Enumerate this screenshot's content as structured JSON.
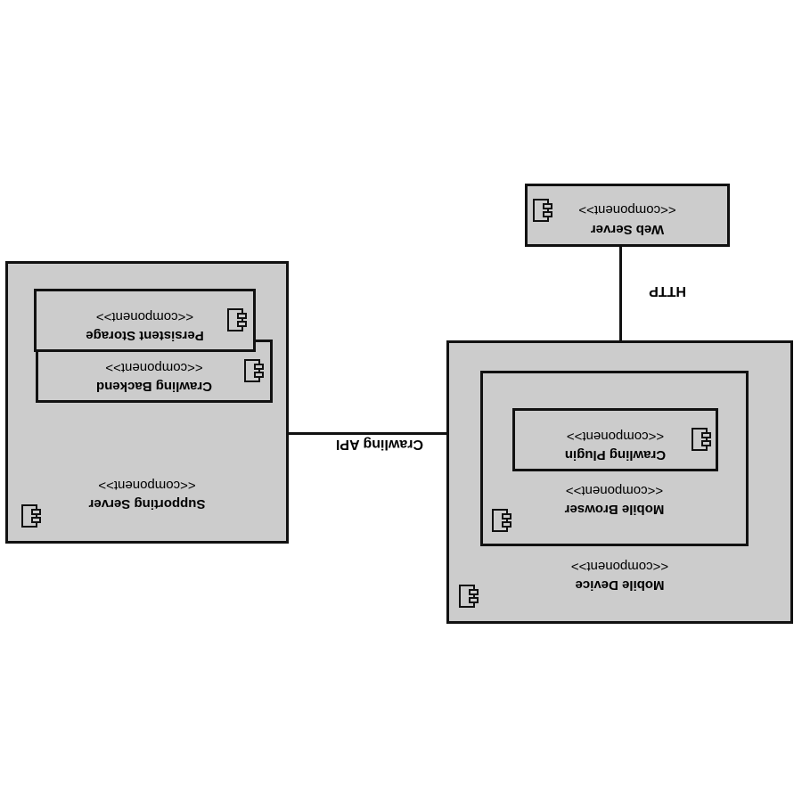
{
  "components": {
    "web_server": {
      "name": "Web Server",
      "stereotype": "<<component>>"
    },
    "mobile_device": {
      "name": "Mobile Device",
      "stereotype": "<<component>>"
    },
    "mobile_browser": {
      "name": "Mobile Browser",
      "stereotype": "<<component>>"
    },
    "crawling_plugin": {
      "name": "Crawling Plugin",
      "stereotype": "<<component>>"
    },
    "supporting_server": {
      "name": "Supporting Server",
      "stereotype": "<<component>>"
    },
    "persistent_storage": {
      "name": "Persistent Storage",
      "stereotype": "<<component>>"
    },
    "crawling_backend": {
      "name": "Crawling Backend",
      "stereotype": "<<component>>"
    }
  },
  "connections": {
    "http": {
      "label": "HTTP"
    },
    "crawling_api": {
      "label": "Crawling API"
    }
  },
  "icon": "component-icon",
  "colors": {
    "box_fill": "#cccccc",
    "stroke": "#111111",
    "background": "#ffffff"
  }
}
